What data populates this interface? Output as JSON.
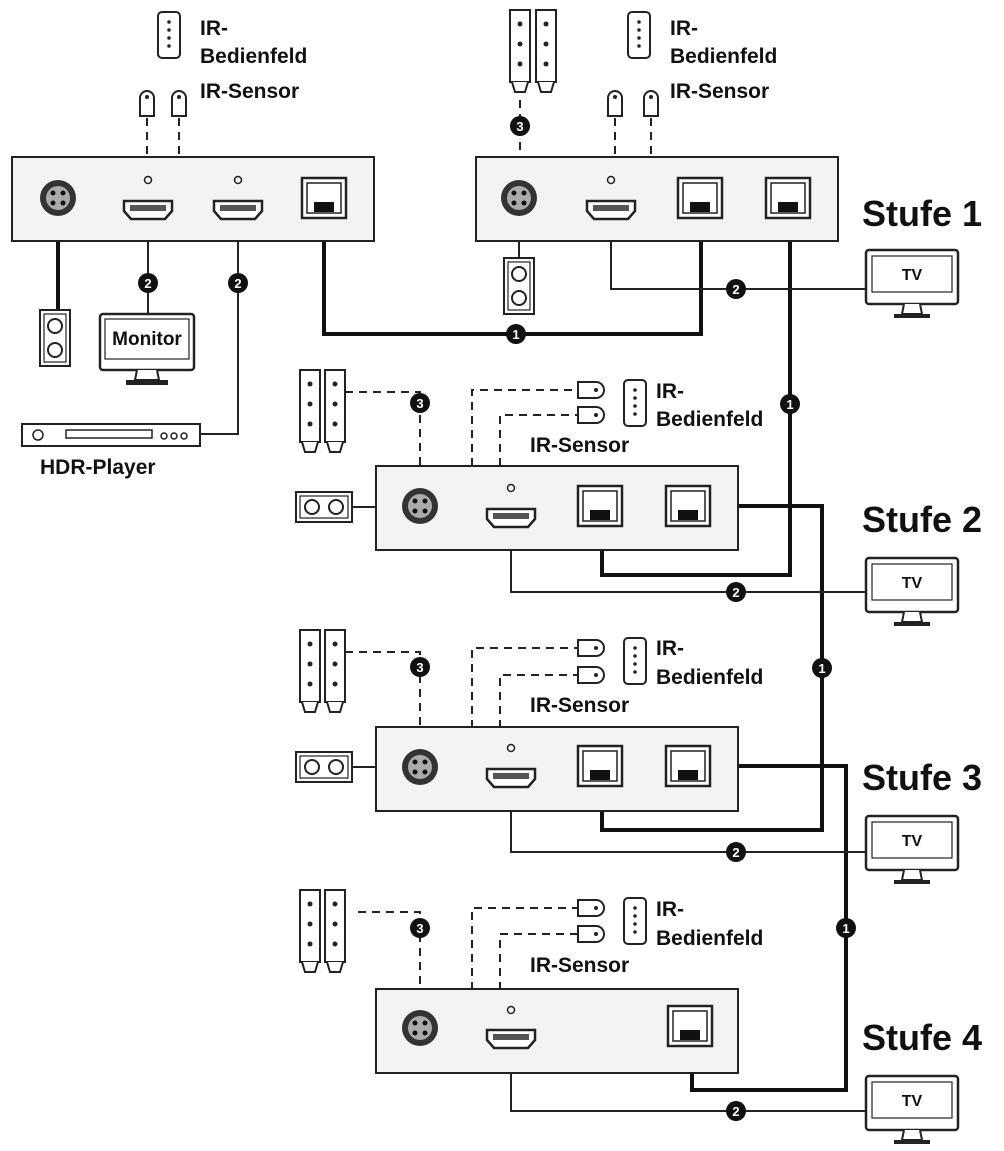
{
  "labels": {
    "ir_panel_line1": "IR-",
    "ir_panel_line2": "Bedienfeld",
    "ir_sensor": "IR-Sensor",
    "monitor": "Monitor",
    "hdr_player": "HDR-Player",
    "tv": "TV"
  },
  "stages": [
    "Stufe 1",
    "Stufe 2",
    "Stufe 3",
    "Stufe 4"
  ],
  "badges": {
    "cat_cable": "1",
    "hdmi_cable": "2",
    "ir_cable": "3"
  }
}
